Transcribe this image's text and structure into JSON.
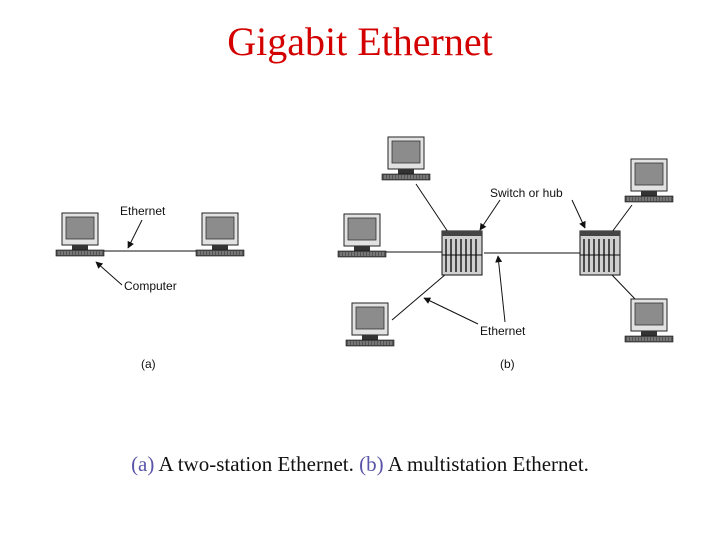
{
  "title": "Gigabit Ethernet",
  "diagram": {
    "a": {
      "ethernet_label": "Ethernet",
      "computer_label": "Computer",
      "panel_label": "(a)"
    },
    "b": {
      "switch_label": "Switch or hub",
      "ethernet_label": "Ethernet",
      "panel_label": "(b)"
    }
  },
  "caption": {
    "part_a_tag": "(a)",
    "part_a_text": " A two-station Ethernet. ",
    "part_b_tag": "(b)",
    "part_b_text": " A multistation Ethernet."
  },
  "colors": {
    "title": "#d40000",
    "caption_tag": "#5a55a8"
  }
}
